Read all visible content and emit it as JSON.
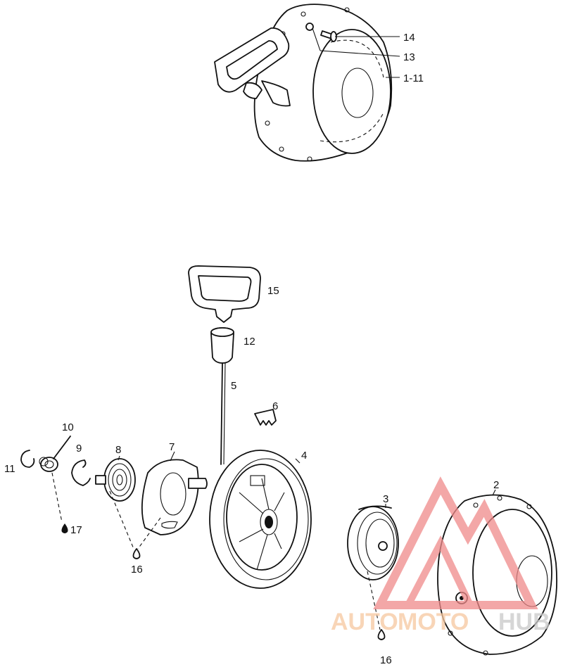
{
  "callouts": {
    "c14": "14",
    "c13": "13",
    "c1_11": "1-11",
    "c15": "15",
    "c12": "12",
    "c5": "5",
    "c6": "6",
    "c10": "10",
    "c9": "9",
    "c8": "8",
    "c7": "7",
    "c4": "4",
    "c11": "11",
    "c17": "17",
    "c16a": "16",
    "c2": "2",
    "c3": "3",
    "c16b": "16"
  },
  "watermark": {
    "part1": "AUTO",
    "part2": "MOTO",
    "part3": "HUB",
    "color_logo": "#f08a8a",
    "color_text_a": "#f6c7a0",
    "color_text_b": "#c9c9c9"
  },
  "colors": {
    "line": "#111111",
    "background": "#ffffff"
  }
}
